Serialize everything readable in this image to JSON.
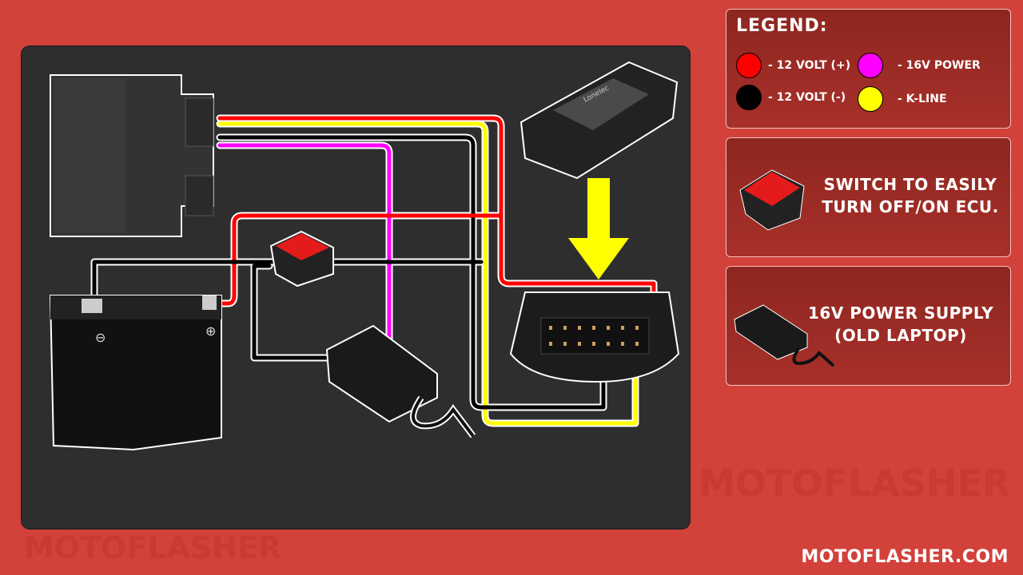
{
  "legend": {
    "title": "LEGEND:",
    "items": [
      {
        "label": "- 12 VOLT (+)",
        "color": "#ff0000"
      },
      {
        "label": "- 12 VOLT (-)",
        "color": "#000000"
      },
      {
        "label": "- 16V POWER",
        "color": "#ff00ff"
      },
      {
        "label": "- K-LINE",
        "color": "#ffff00"
      }
    ]
  },
  "switch_panel": {
    "line1": "SWITCH TO EASILY",
    "line2": "TURN OFF/ON ECU."
  },
  "power_panel": {
    "line1": "16V POWER SUPPLY",
    "line2": "(OLD LAPTOP)"
  },
  "diagram": {
    "interface_label": "Lonelec",
    "battery_neg": "⊖",
    "battery_pos": "⊕"
  },
  "watermark": "MOTOFLASHER",
  "footer": "MOTOFLASHER.COM"
}
